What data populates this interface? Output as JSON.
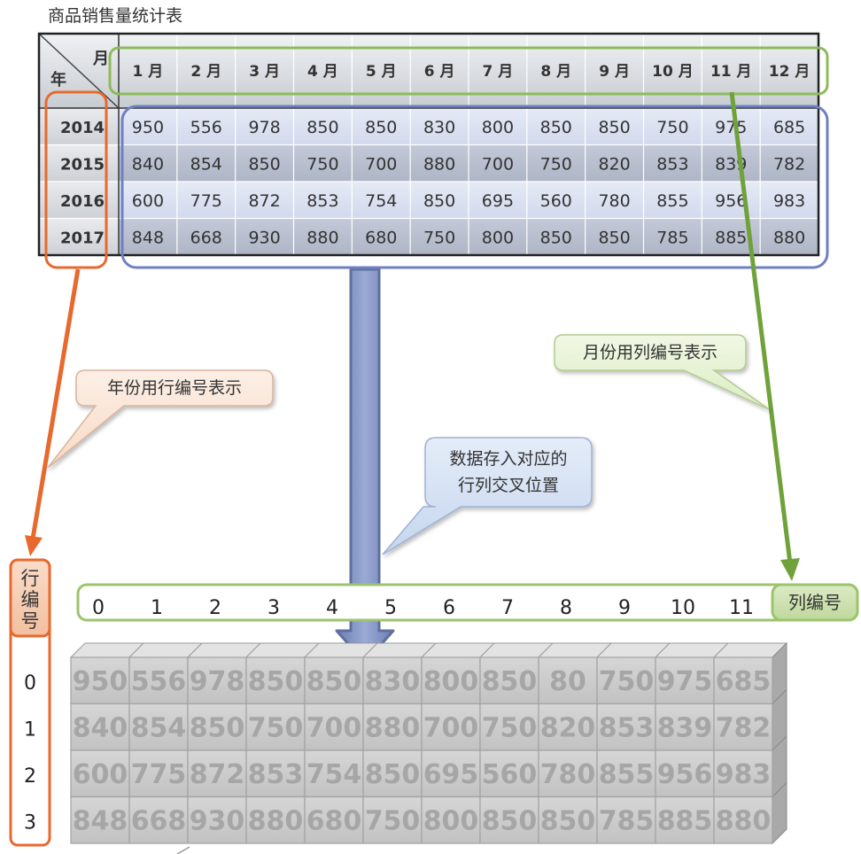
{
  "title": "商品销售量统计表",
  "table": {
    "corner_month": "月",
    "corner_year": "年",
    "months": [
      "1 月",
      "2 月",
      "3 月",
      "4 月",
      "5 月",
      "6 月",
      "7 月",
      "8 月",
      "9 月",
      "10 月",
      "11 月",
      "12 月"
    ],
    "years": [
      "2014",
      "2015",
      "2016",
      "2017"
    ],
    "rows": [
      [
        "950",
        "556",
        "978",
        "850",
        "850",
        "830",
        "800",
        "850",
        "850",
        "750",
        "975",
        "685"
      ],
      [
        "840",
        "854",
        "850",
        "750",
        "700",
        "880",
        "700",
        "750",
        "820",
        "853",
        "839",
        "782"
      ],
      [
        "600",
        "775",
        "872",
        "853",
        "754",
        "850",
        "695",
        "560",
        "780",
        "855",
        "956",
        "983"
      ],
      [
        "848",
        "668",
        "930",
        "880",
        "680",
        "750",
        "800",
        "850",
        "850",
        "785",
        "885",
        "880"
      ]
    ]
  },
  "callouts": {
    "year_rows": "年份用行编号表示",
    "month_cols": "月份用列编号表示",
    "data_line1": "数据存入对应的",
    "data_line2": "行列交叉位置"
  },
  "column_index": {
    "label": "列编号",
    "numbers": [
      "0",
      "1",
      "2",
      "3",
      "4",
      "5",
      "6",
      "7",
      "8",
      "9",
      "10",
      "11"
    ]
  },
  "row_index": {
    "label_chars": [
      "行",
      "编",
      "号"
    ],
    "numbers": [
      "0",
      "1",
      "2",
      "3"
    ]
  },
  "array": {
    "rows": [
      [
        "950",
        "556",
        "978",
        "850",
        "850",
        "830",
        "800",
        "850",
        "80",
        "750",
        "975",
        "685"
      ],
      [
        "840",
        "854",
        "850",
        "750",
        "700",
        "880",
        "700",
        "750",
        "820",
        "853",
        "839",
        "782"
      ],
      [
        "600",
        "775",
        "872",
        "853",
        "754",
        "850",
        "695",
        "560",
        "780",
        "855",
        "956",
        "983"
      ],
      [
        "848",
        "668",
        "930",
        "880",
        "680",
        "750",
        "800",
        "850",
        "850",
        "785",
        "885",
        "880"
      ]
    ]
  },
  "colors": {
    "orange": "#E8692D",
    "green": "#7AAE3F",
    "blue": "#6F80C2",
    "arrow_blue": "#7F93C4"
  }
}
